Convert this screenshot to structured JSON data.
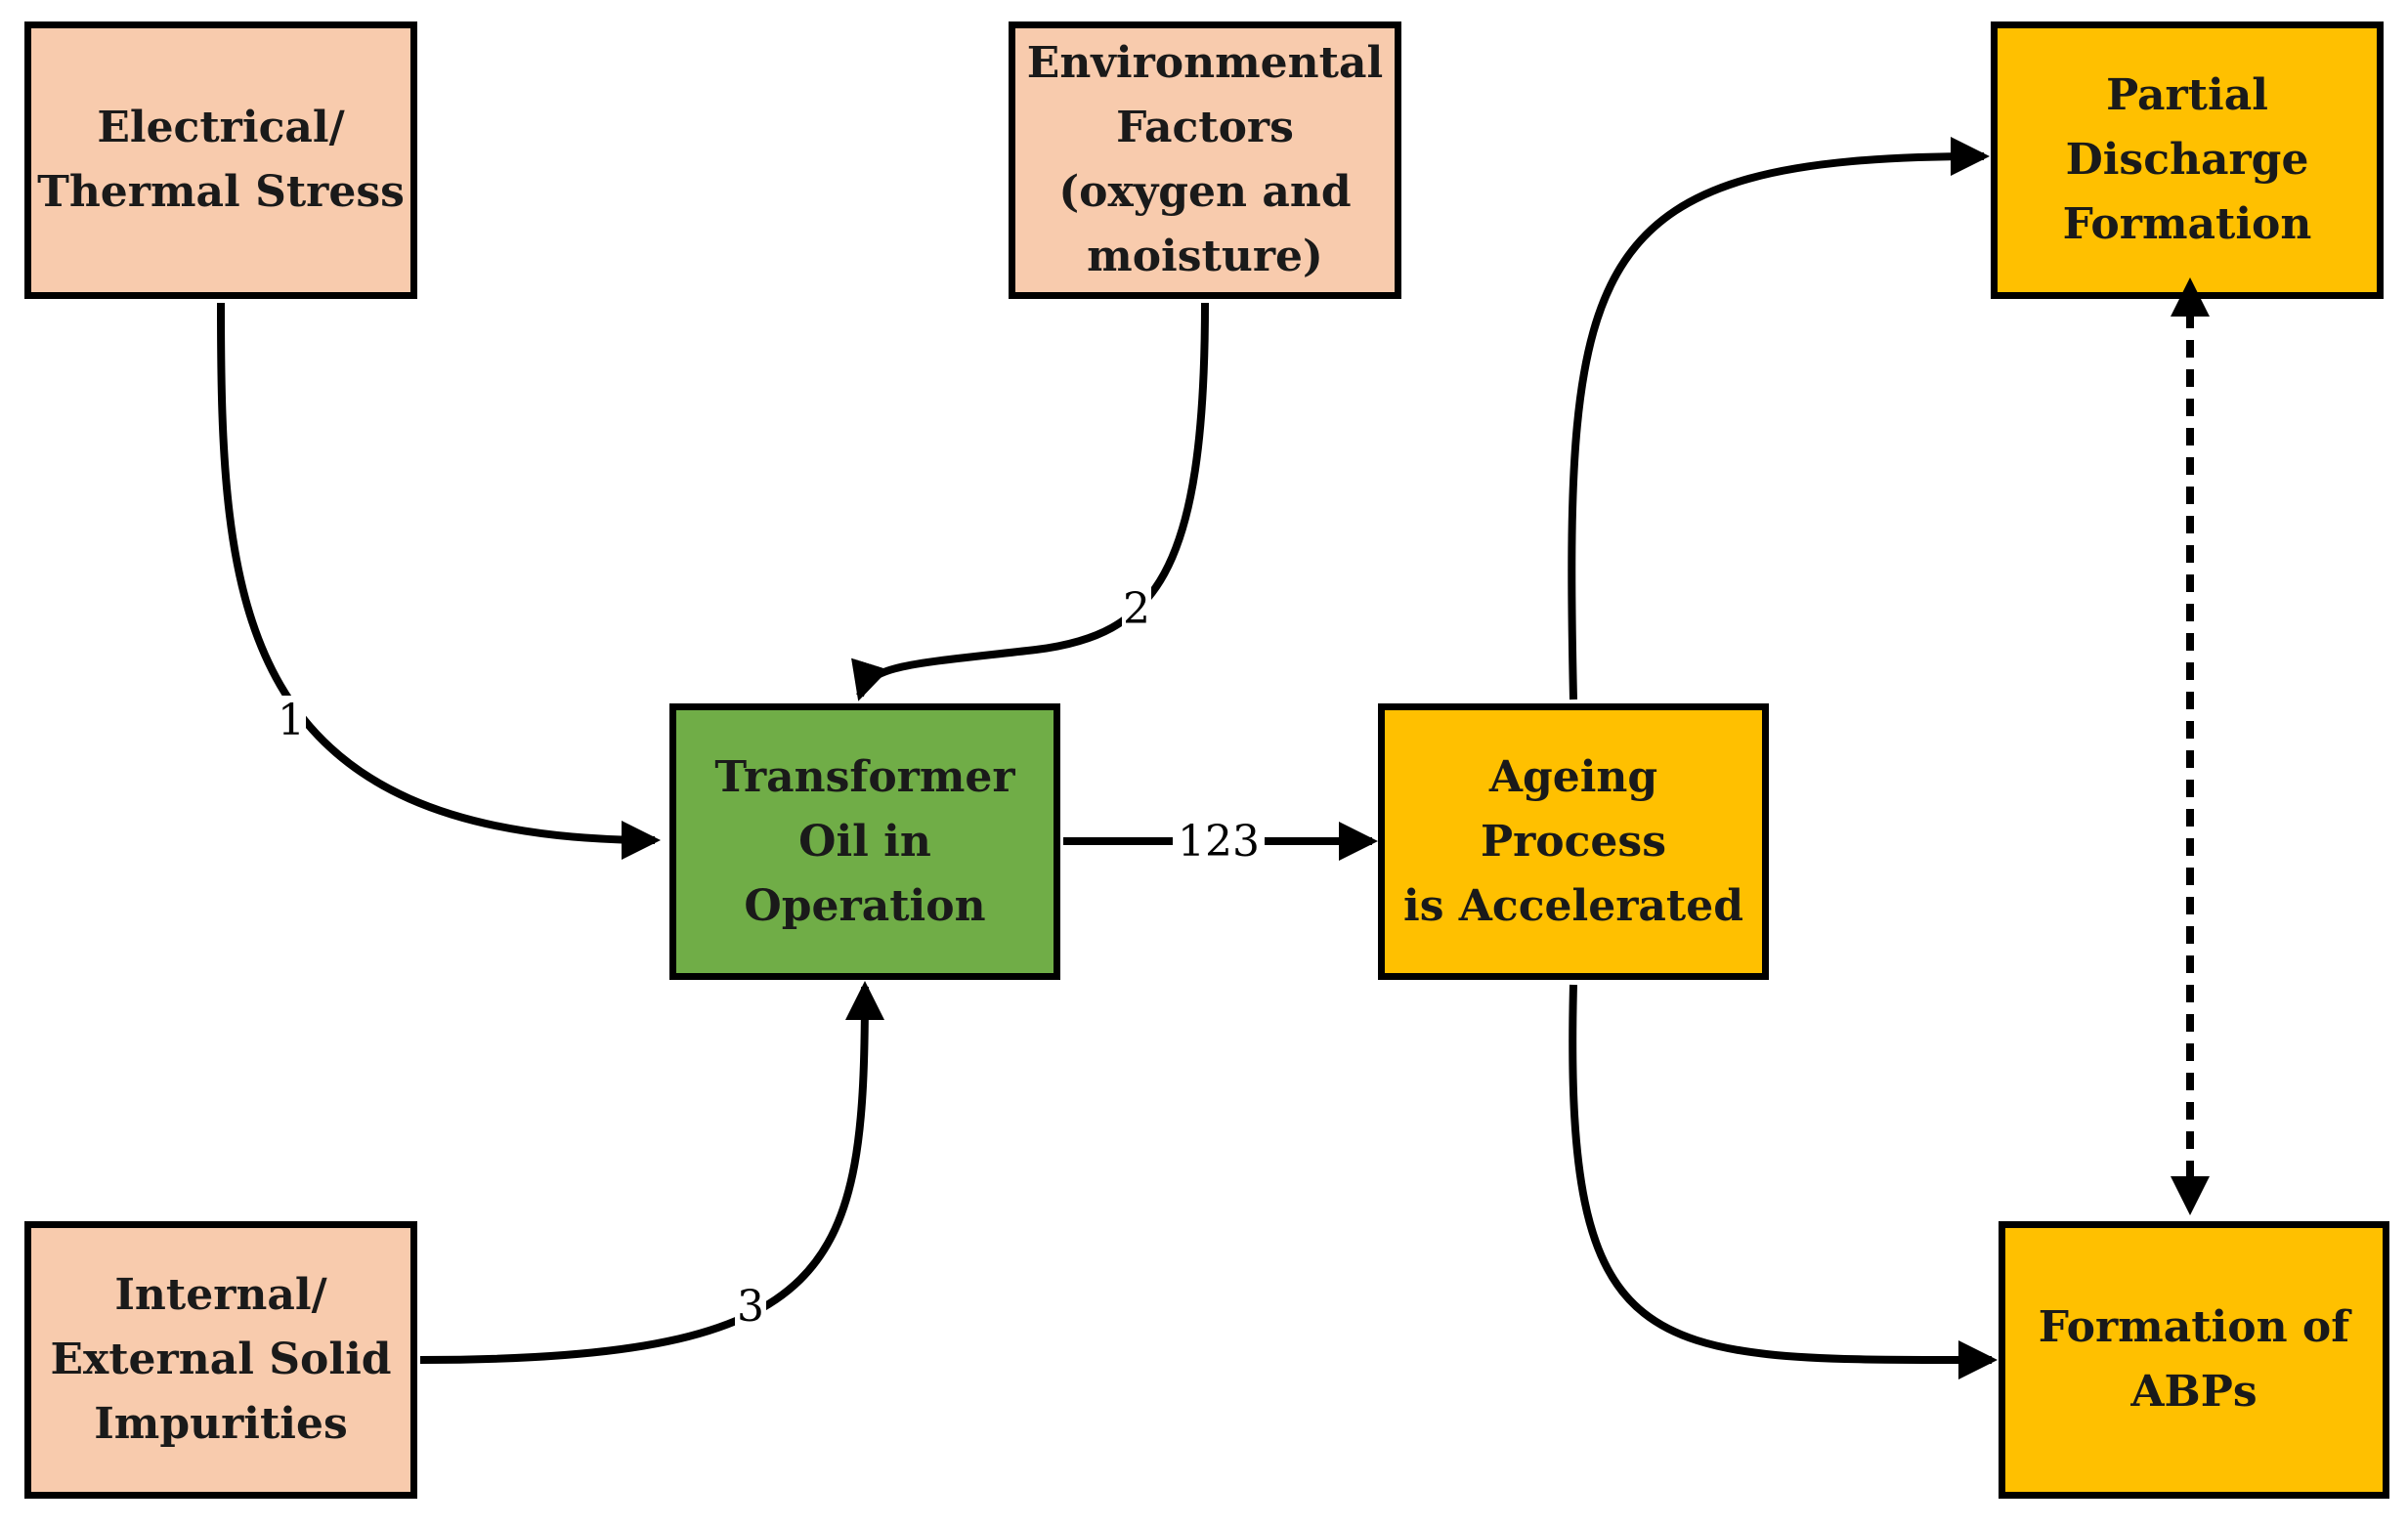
{
  "colors": {
    "input_fill": "#f8cbad",
    "central_fill": "#70ad47",
    "output_fill": "#ffc000",
    "stroke": "#000000",
    "label_bg": "#ffffff"
  },
  "nodes": {
    "electrical_thermal_stress": "Electrical/\nThermal Stress",
    "environmental_factors": "Environmental\nFactors\n(oxygen and\nmoisture)",
    "internal_external_impurities": "Internal/\nExternal Solid\nImpurities",
    "transformer_oil": "Transformer\nOil in\nOperation",
    "ageing_process": "Ageing Process\nis Accelerated",
    "partial_discharge": "Partial\nDischarge\nFormation",
    "formation_abps": "Formation of\nABPs"
  },
  "edges": {
    "label_1": "1",
    "label_2": "2",
    "label_3": "3",
    "label_123": "123"
  }
}
